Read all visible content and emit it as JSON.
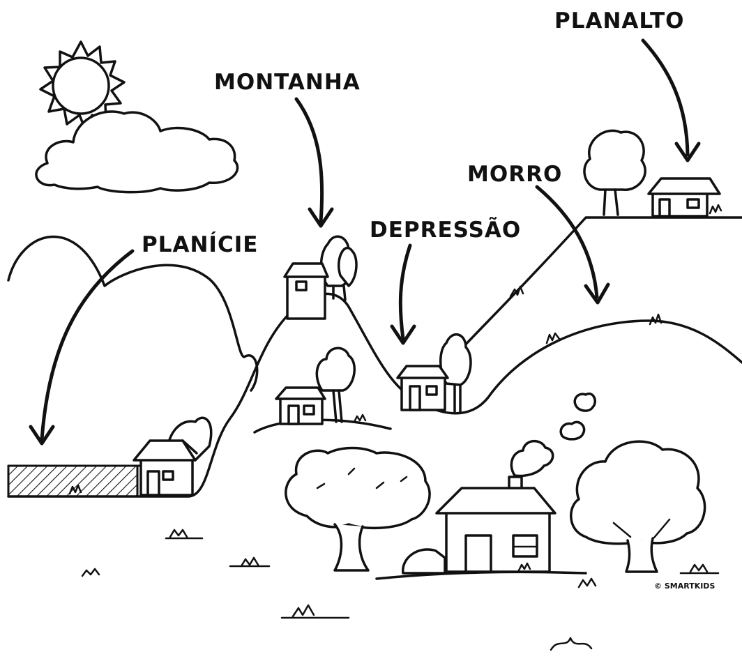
{
  "labels": {
    "planalto": "PLANALTO",
    "montanha": "MONTANHA",
    "morro": "MORRO",
    "depressao": "DEPRESSÃO",
    "planicie": "PLANÍCIE"
  },
  "credit": "© SMARTKIDS",
  "colors": {
    "line": "#111111",
    "background": "#ffffff"
  }
}
